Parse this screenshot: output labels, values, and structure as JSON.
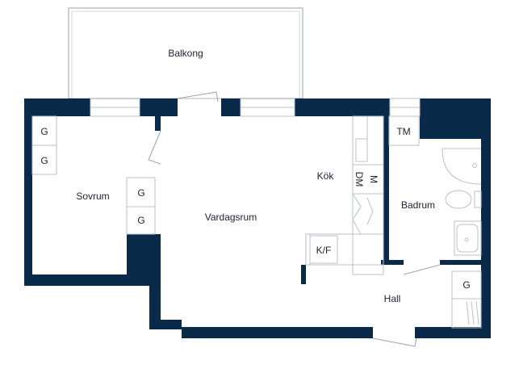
{
  "floorplan": {
    "colors": {
      "wall": "#0a2a4a",
      "background": "#ffffff",
      "fixture_stroke": "#b9c0c8",
      "text": "#1b2233"
    },
    "rooms": {
      "balcony": "Balkong",
      "bedroom": "Sovrum",
      "living_room": "Vardagsrum",
      "kitchen": "Kök",
      "bathroom": "Badrum",
      "hall": "Hall"
    },
    "fixtures": {
      "wardrobe": "G",
      "dishwasher": "DM",
      "microwave": "M",
      "fridge_freezer": "K/F",
      "washing_machine": "TM"
    }
  }
}
